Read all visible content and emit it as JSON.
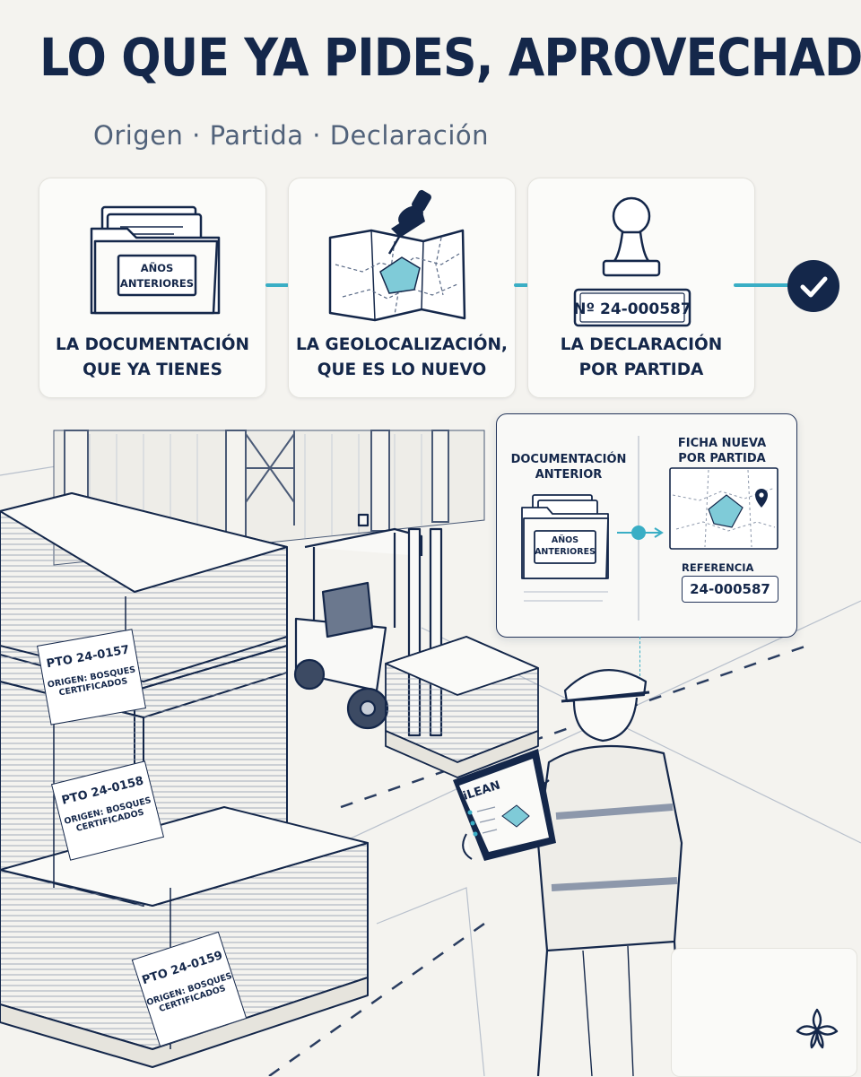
{
  "header": {
    "title": "LO QUE YA PIDES, APROVECHADO",
    "subtitle": "Origen · Partida · Declaración"
  },
  "steps": [
    {
      "line1": "LA DOCUMENTACIÓN",
      "line2": "QUE YA TIENES",
      "icon": "folder-icon",
      "tag_line1": "AÑOS",
      "tag_line2": "ANTERIORES"
    },
    {
      "line1": "LA GEOLOCALIZACIÓN,",
      "line2": "QUE ES LO NUEVO",
      "icon": "map-pin-icon"
    },
    {
      "line1": "LA DECLARACIÓN",
      "line2": "POR PARTIDA",
      "icon": "stamp-icon",
      "stamp_number": "Nº 24-000587"
    }
  ],
  "pallets": [
    {
      "code": "PTO 24-0157",
      "origin_line1": "ORIGEN: BOSQUES",
      "origin_line2": "CERTIFICADOS"
    },
    {
      "code": "PTO 24-0158",
      "origin_line1": "ORIGEN: BOSQUES",
      "origin_line2": "CERTIFICADOS"
    },
    {
      "code": "PTO 24-0159",
      "origin_line1": "ORIGEN: BOSQUES",
      "origin_line2": "CERTIFICADOS"
    }
  ],
  "panel": {
    "left_heading_line1": "DOCUMENTACIÓN",
    "left_heading_line2": "ANTERIOR",
    "folder_tag_line1": "AÑOS",
    "folder_tag_line2": "ANTERIORES",
    "right_heading_line1": "FICHA NUEVA",
    "right_heading_line2": "POR PARTIDA",
    "reference_label": "REFERENCIA",
    "reference_value": "24-000587"
  },
  "tablet": {
    "app_name": "iLEAN"
  },
  "colors": {
    "navy": "#14274a",
    "accent": "#3aaec5",
    "background": "#f4f3ef",
    "line": "#24355a"
  }
}
